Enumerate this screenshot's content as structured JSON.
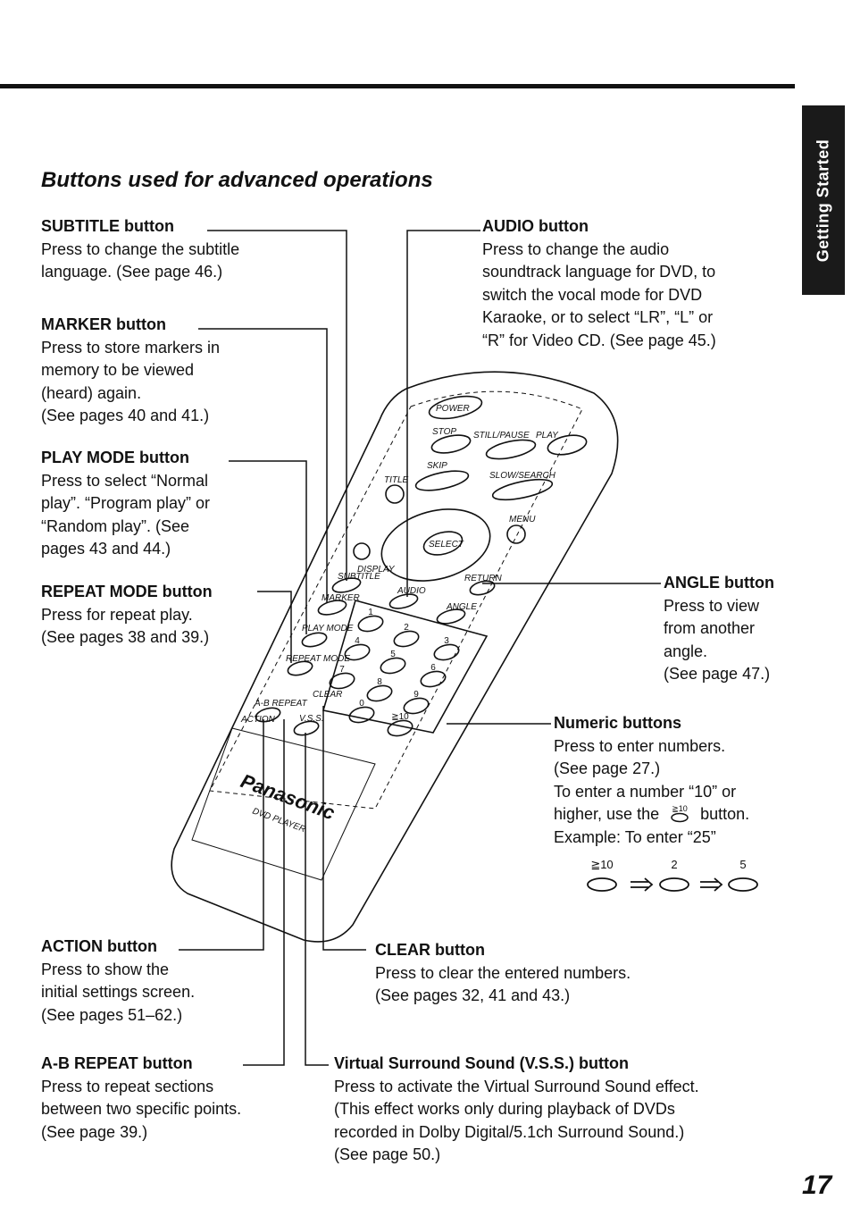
{
  "side_tab": "Getting Started",
  "section_title": "Buttons used for advanced operations",
  "page_number": "17",
  "blocks": {
    "subtitle": {
      "heading": "SUBTITLE button",
      "lines": [
        "Press to change the subtitle",
        "language. (See page 46.)"
      ]
    },
    "marker": {
      "heading": "MARKER button",
      "lines": [
        "Press to store markers in",
        "memory to be viewed",
        "(heard) again.",
        "(See pages 40 and 41.)"
      ]
    },
    "play_mode": {
      "heading": "PLAY MODE button",
      "lines": [
        "Press to select “Normal",
        "play”. “Program play” or",
        "“Random play”. (See",
        "pages 43 and 44.)"
      ]
    },
    "repeat_mode": {
      "heading": "REPEAT MODE button",
      "lines": [
        "Press for repeat play.",
        "(See pages 38 and 39.)"
      ]
    },
    "audio": {
      "heading": "AUDIO button",
      "lines": [
        "Press to change the audio",
        "soundtrack language for DVD, to",
        "switch the vocal mode for DVD",
        "Karaoke, or to select “LR”, “L” or",
        "“R” for Video CD. (See page 45.)"
      ]
    },
    "angle": {
      "heading": "ANGLE button",
      "lines": [
        "Press to view",
        "from another",
        "angle.",
        "(See page 47.)"
      ]
    },
    "numeric": {
      "heading": "Numeric buttons",
      "lines": [
        "Press to enter numbers.",
        "(See page 27.)",
        "To enter a number “10” or",
        "higher, use the",
        "button.",
        "Example:  To enter “25”"
      ]
    },
    "action": {
      "heading": "ACTION button",
      "lines": [
        "Press to show the",
        "initial settings screen.",
        "(See pages 51–62.)"
      ]
    },
    "clear": {
      "heading": "CLEAR button",
      "lines": [
        "Press to clear the entered numbers.",
        "(See pages 32, 41 and 43.)"
      ]
    },
    "ab_repeat": {
      "heading": "A-B REPEAT button",
      "lines": [
        "Press to repeat sections",
        "between two specific points.",
        "(See page 39.)"
      ]
    },
    "vss": {
      "heading": "Virtual Surround Sound (V.S.S.) button",
      "lines": [
        "Press to activate the Virtual Surround Sound effect.",
        "(This effect works only during playback of DVDs",
        "recorded in Dolby Digital/5.1ch Surround Sound.)",
        "(See page 50.)"
      ]
    }
  },
  "example_sequence": [
    "≧10",
    "2",
    "5"
  ],
  "remote_labels": {
    "power": "POWER",
    "stop": "STOP",
    "still_pause": "STILL/PAUSE",
    "play": "PLAY",
    "skip": "SKIP",
    "slow_search": "SLOW/SEARCH",
    "title": "TITLE",
    "menu": "MENU",
    "select": "SELECT",
    "display": "DISPLAY",
    "subtitle": "SUBTITLE",
    "audio": "AUDIO",
    "return": "RETURN",
    "angle": "ANGLE",
    "marker": "MARKER",
    "play_mode": "PLAY MODE",
    "repeat_mode": "REPEAT MODE",
    "ab_repeat": "A-B REPEAT",
    "clear": "CLEAR",
    "action": "ACTION",
    "vss": "V.S.S.",
    "brand": "Panasonic",
    "model": "DVD PLAYER",
    "keys": [
      "1",
      "2",
      "3",
      "4",
      "5",
      "6",
      "7",
      "8",
      "9",
      "0",
      "≧10"
    ]
  }
}
